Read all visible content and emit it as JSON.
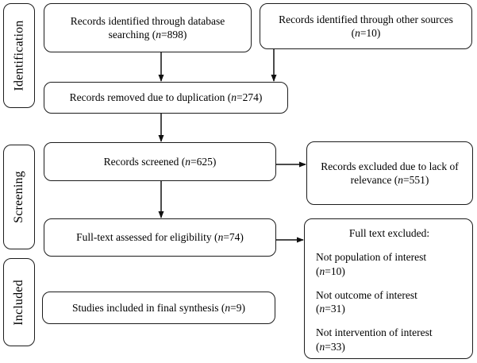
{
  "diagram": {
    "colors": {
      "line": "#111111",
      "border": "#1c1c1c",
      "background": "#ffffff"
    },
    "stage_labels": {
      "identification": "Identification",
      "screening": "Screening",
      "included": "Included"
    },
    "boxes": {
      "database": {
        "pre": "Records identified through database searching (",
        "n": "n",
        "post": "=898)"
      },
      "other_sources": {
        "pre": "Records identified through other sources (",
        "n": "n",
        "post": "=10)"
      },
      "duplicates_removed": {
        "pre": "Records removed due to duplication (",
        "n": "n",
        "post": "=274)"
      },
      "screened": {
        "pre": "Records screened (",
        "n": "n",
        "post": "=625)"
      },
      "excluded_relevance": {
        "pre": "Records excluded due to lack of relevance (",
        "n": "n",
        "post": "=551)"
      },
      "fulltext_assessed": {
        "pre": "Full-text assessed for eligibility (",
        "n": "n",
        "post": "=74)"
      },
      "fulltext_excluded": {
        "title": "Full text excluded:",
        "items": [
          {
            "reason": "Not population of interest",
            "n_pre": "(",
            "n": "n",
            "n_post": "=10)"
          },
          {
            "reason": "Not outcome of interest",
            "n_pre": "(",
            "n": "n",
            "n_post": "=31)"
          },
          {
            "reason": "Not intervention of interest",
            "n_pre": "(",
            "n": "n",
            "n_post": "=33)"
          }
        ]
      },
      "included_synthesis": {
        "pre": "Studies included in final synthesis (",
        "n": "n",
        "post": "=9)"
      }
    }
  }
}
